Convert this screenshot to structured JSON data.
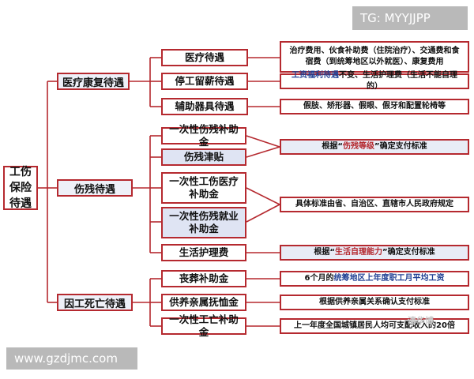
{
  "overlay": {
    "top_label": "TG: MYYJJPP",
    "bottom_label": "www.gzdjmc.com"
  },
  "root": {
    "label": "工伤保险待遇"
  },
  "categories": [
    {
      "label": "医疗康复待遇",
      "items": [
        {
          "label": "医疗待遇",
          "desc": "治疗费用、伙食补助费（住院治疗）、交通费和食宿费（到统筹地区以外就医）、康复费用"
        },
        {
          "label": "停工留薪待遇",
          "desc_prefix": "工资福利待遇",
          "desc_suffix": "不变、生活护理费（生活不能自理的）"
        },
        {
          "label": "辅助器具待遇",
          "desc": "假肢、矫形器、假眼、假牙和配置轮椅等"
        }
      ]
    },
    {
      "label": "伤残待遇",
      "items": [
        {
          "label": "一次性伤残补助金"
        },
        {
          "label": "伤残津贴"
        },
        {
          "label": "一次性工伤医疗补助金"
        },
        {
          "label": "一次性伤残就业补助金"
        },
        {
          "label": "生活护理费"
        }
      ],
      "group_descs": [
        {
          "prefix": "根据“",
          "highlight": "伤残等级",
          "suffix": "”确定支付标准"
        },
        {
          "prefix": "具体标准由省、自治区、直辖市人民政府规定",
          "highlight": "",
          "suffix": ""
        },
        {
          "prefix": "根据“",
          "highlight": "生活自理能力",
          "suffix": "”确定支付标准"
        }
      ]
    },
    {
      "label": "因工死亡待遇",
      "items": [
        {
          "label": "丧葬补助金",
          "desc_prefix": "6个月的",
          "desc_highlight": "统筹地区上年度职工月平均工资",
          "desc_suffix": ""
        },
        {
          "label": "供养亲属抚恤金",
          "desc": "根据供养亲属关系确认支付标准"
        },
        {
          "label": "一次性工亡补助金",
          "desc": "上一年度全国城镇居民人均可支配收入的20倍"
        }
      ]
    }
  ],
  "watermark_text": "清华博"
}
